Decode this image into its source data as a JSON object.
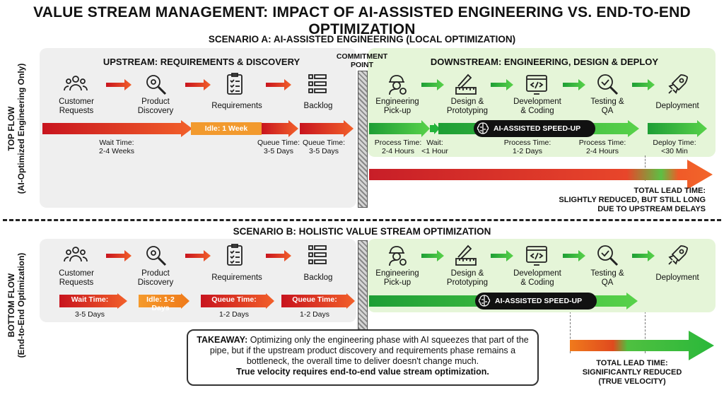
{
  "title": "VALUE STREAM MANAGEMENT: IMPACT OF AI-ASSISTED ENGINEERING VS. END-TO-END OPTIMIZATION",
  "scenario_a": "SCENARIO A: AI-ASSISTED ENGINEERING (LOCAL OPTIMIZATION)",
  "scenario_b": "SCENARIO B: HOLISTIC VALUE STREAM OPTIMIZATION",
  "top_flow_label": "TOP FLOW",
  "top_flow_sub": "(AI-Optimized Engineering Only)",
  "bottom_flow_label": "BOTTOM FLOW",
  "bottom_flow_sub": "(End-to-End Optimization)",
  "upstream_header": "UPSTREAM: REQUIREMENTS & DISCOVERY",
  "downstream_header": "DOWNSTREAM: ENGINEERING, DESIGN & DEPLOY",
  "commitment_point": "COMMITMENT POINT",
  "steps": {
    "customer_requests": "Customer Requests",
    "product_discovery": "Product Discovery",
    "requirements": "Requirements",
    "backlog": "Backlog",
    "engineering_pickup": "Engineering Pick-up",
    "design_prototyping": "Design & Prototyping",
    "development_coding": "Development & Coding",
    "testing_qa": "Testing & QA",
    "deployment": "Deployment"
  },
  "top": {
    "wait_time": "Wait Time:",
    "wait_time_val": "2-4 Weeks",
    "idle": "Idle: 1 Week",
    "queue1": "Queue Time:",
    "queue1_val": "3-5 Days",
    "queue2": "Queue Time:",
    "queue2_val": "3-5 Days",
    "proc1": "Process Time:",
    "proc1_val": "2-4 Hours",
    "wait2": "Wait:",
    "wait2_val": "<1 Hour",
    "proc2": "Process Time:",
    "proc2_val": "1-2 Days",
    "proc3": "Process Time:",
    "proc3_val": "2-4 Hours",
    "deploy": "Deploy Time:",
    "deploy_val": "<30 Min",
    "ai_badge": "AI-ASSISTED SPEED-UP",
    "lead_1": "TOTAL LEAD TIME:",
    "lead_2": "SLIGHTLY REDUCED, BUT STILL LONG",
    "lead_3": "DUE TO UPSTREAM DELAYS"
  },
  "bottom": {
    "wait_time": "Wait Time:",
    "wait_time_val": "3-5 Days",
    "idle": "Idle: 1-2 Days",
    "queue1": "Queue Time:",
    "queue1_val": "1-2 Days",
    "queue2": "Queue Time:",
    "queue2_val": "1-2 Days",
    "ai_badge": "AI-ASSISTED SPEED-UP",
    "lead_1": "TOTAL LEAD TIME:",
    "lead_2": "SIGNIFICANTLY REDUCED",
    "lead_3": "(TRUE VELOCITY)"
  },
  "takeaway_label": "TAKEAWAY:",
  "takeaway_text": "Optimizing only the engineering phase with AI squeezes that part of the pipe, but if the upstream product discovery and requirements phase remains a bottleneck, the overall time to deliver doesn't change much.",
  "takeaway_bold": "True velocity requires end-to-end value stream optimization.",
  "colors": {
    "red": "#e0301e",
    "orange": "#f07a1c",
    "green": "#22b43a",
    "dark_green": "#1f8f2e"
  }
}
